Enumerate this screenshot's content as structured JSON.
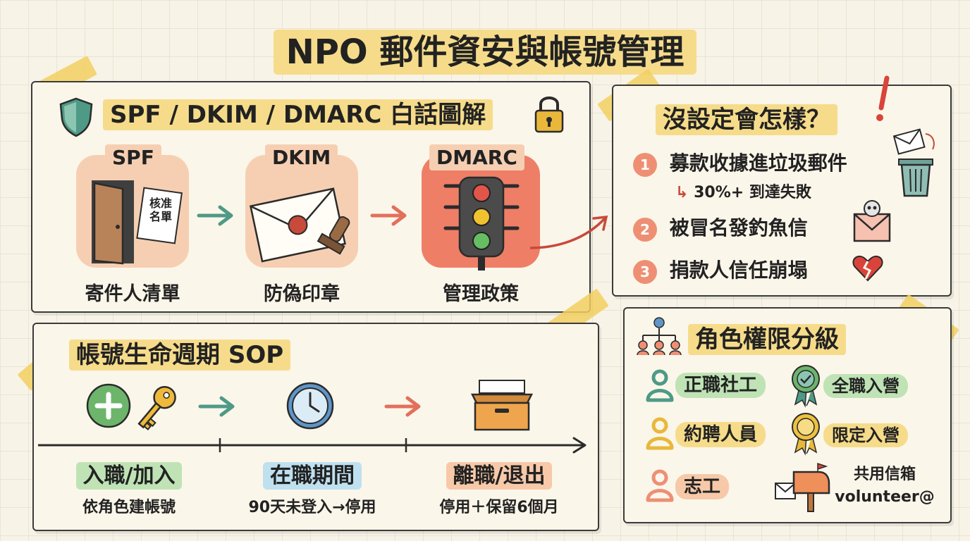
{
  "title": "NPO 郵件資安與帳號管理",
  "email_auth": {
    "heading": "SPF / DKIM / DMARC 白話圖解",
    "items": [
      {
        "tag": "SPF",
        "caption": "寄件人清單",
        "sign": [
          "核准",
          "名單"
        ]
      },
      {
        "tag": "DKIM",
        "caption": "防偽印章"
      },
      {
        "tag": "DMARC",
        "caption": "管理政策"
      }
    ]
  },
  "risks": {
    "heading": "沒設定會怎樣？",
    "items": [
      {
        "num": "1",
        "text": "募款收據進垃圾郵件",
        "sub": "30%+ 到達失敗"
      },
      {
        "num": "2",
        "text": "被冒名發釣魚信"
      },
      {
        "num": "3",
        "text": "捐款人信任崩塌"
      }
    ]
  },
  "lifecycle": {
    "heading": "帳號生命週期 SOP",
    "stages": [
      {
        "label": "入職/加入",
        "desc": "依角色建帳號",
        "color": "#bfe3b5"
      },
      {
        "label": "在職期間",
        "desc": "90天未登入→停用",
        "color": "#bfe0ef"
      },
      {
        "label": "離職/退出",
        "desc": "停用＋保留6個月",
        "color": "#f7c9a8"
      }
    ]
  },
  "roles": {
    "heading": "角色權限分級",
    "items": [
      {
        "role": "正職社工",
        "access": "全職入營",
        "color": "#4e9a86",
        "pill": "#bfe3b5"
      },
      {
        "role": "約聘人員",
        "access": "限定入營",
        "color": "#e9b83a",
        "pill": "#f6dc8a"
      },
      {
        "role": "志工",
        "access": "共用信箱",
        "access_sub": "volunteer@",
        "color": "#ee8f74",
        "pill": "#f7c9a8"
      }
    ]
  }
}
